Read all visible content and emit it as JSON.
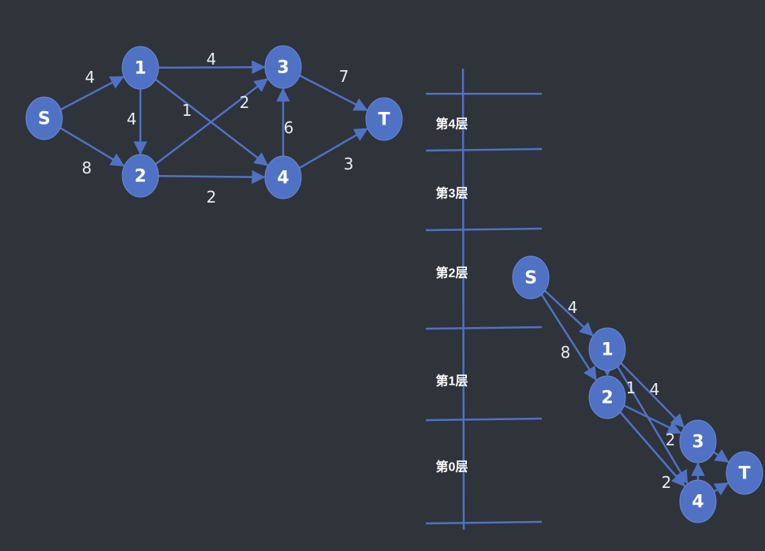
{
  "graph": {
    "nodes": [
      {
        "id": "S",
        "label": "S"
      },
      {
        "id": "1",
        "label": "1"
      },
      {
        "id": "2",
        "label": "2"
      },
      {
        "id": "3",
        "label": "3"
      },
      {
        "id": "4",
        "label": "4"
      },
      {
        "id": "T",
        "label": "T"
      }
    ],
    "edges": [
      {
        "from": "S",
        "to": "1",
        "weight": "4"
      },
      {
        "from": "S",
        "to": "2",
        "weight": "8"
      },
      {
        "from": "1",
        "to": "2",
        "weight": "4"
      },
      {
        "from": "1",
        "to": "3",
        "weight": "4"
      },
      {
        "from": "1",
        "to": "4",
        "weight": "1"
      },
      {
        "from": "2",
        "to": "3",
        "weight": "2"
      },
      {
        "from": "2",
        "to": "4",
        "weight": "2"
      },
      {
        "from": "4",
        "to": "3",
        "weight": "6"
      },
      {
        "from": "3",
        "to": "T",
        "weight": "7"
      },
      {
        "from": "4",
        "to": "T",
        "weight": "3"
      }
    ]
  },
  "levels": [
    {
      "label": "第4层"
    },
    {
      "label": "第3层"
    },
    {
      "label": "第2层"
    },
    {
      "label": "第1层"
    },
    {
      "label": "第0层"
    }
  ],
  "level_graph": {
    "edges": [
      {
        "from": "S",
        "to": "1",
        "weight": "4"
      },
      {
        "from": "S",
        "to": "2",
        "weight": "8"
      },
      {
        "from": "1",
        "to": "2",
        "weight": ""
      },
      {
        "from": "1",
        "to": "3",
        "weight": "4"
      },
      {
        "from": "1",
        "to": "4",
        "weight": "1"
      },
      {
        "from": "2",
        "to": "3",
        "weight": "2"
      },
      {
        "from": "2",
        "to": "4",
        "weight": "2"
      },
      {
        "from": "4",
        "to": "3",
        "weight": ""
      },
      {
        "from": "3",
        "to": "T",
        "weight": ""
      },
      {
        "from": "4",
        "to": "T",
        "weight": ""
      }
    ]
  },
  "colors": {
    "background": "#2f333a",
    "node_fill": "#4f72c4",
    "edge": "#4f72c4",
    "text": "#ffffff"
  }
}
